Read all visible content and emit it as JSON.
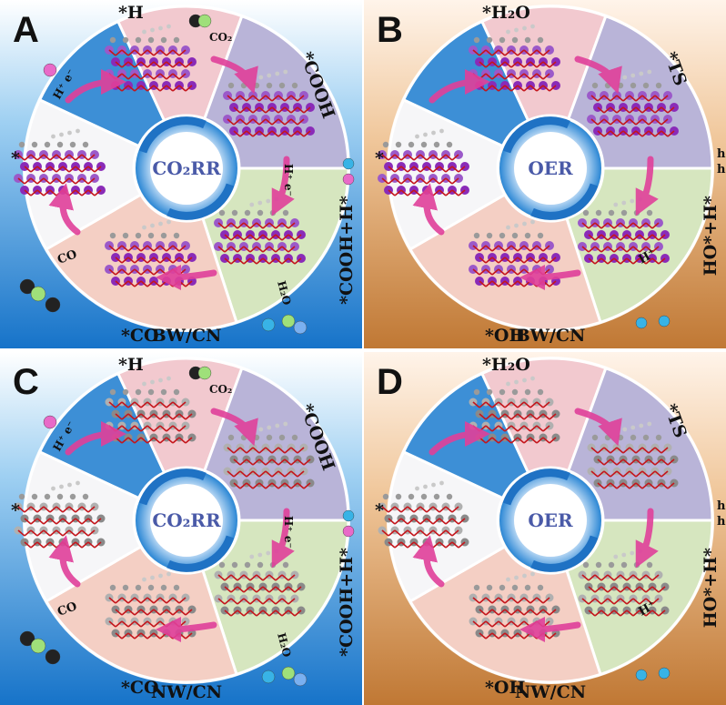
{
  "panels": [
    {
      "letter": "A",
      "center": "CO₂RR",
      "footer": "BW/CN",
      "top": "*H",
      "right_top": "*COOH",
      "right_bottom": "*COOH+H*",
      "bottom": "*CO",
      "left": "*",
      "mol_in": "CO₂",
      "he_top": "H⁺ e⁻",
      "he_right": "H⁺ e⁻",
      "mol_out": "CO",
      "water": "H₂O"
    },
    {
      "letter": "B",
      "center": "OER",
      "footer": "BW/CN",
      "top": "*H₂O",
      "right_top": "*TS",
      "right_bottom": "HO*+H*",
      "bottom": "*OH",
      "left": "*",
      "h1": "h⁺",
      "h2": "h⁺",
      "hplus": "H⁺"
    },
    {
      "letter": "C",
      "center": "CO₂RR",
      "footer": "NW/CN",
      "top": "*H",
      "right_top": "*COOH",
      "right_bottom": "*COOH+H*",
      "bottom": "*CO",
      "left": "*",
      "mol_in": "CO₂",
      "he_top": "H⁺ e⁻",
      "he_right": "H⁺ e⁻",
      "mol_out": "CO",
      "water": "H₂O"
    },
    {
      "letter": "D",
      "center": "OER",
      "footer": "NW/CN",
      "top": "*H₂O",
      "right_top": "*TS",
      "right_bottom": "HO*+H*",
      "bottom": "*OH",
      "left": "*",
      "h1": "h⁺",
      "h2": "h⁺",
      "hplus": "H⁺"
    }
  ],
  "colors": {
    "blue_bg": "#1f7fd0",
    "orange_bg": "#c9843f",
    "sector_pink": "#f2c9cf",
    "sector_purple": "#b9b4d8",
    "sector_green": "#d6e6bf",
    "sector_salmon": "#f4cfc4",
    "sector_blue": "#3d8fd6",
    "arrow_magenta": "#e0409a",
    "atom_purple": "#8a2bb8",
    "atom_red": "#c4161c",
    "atom_grey": "#8a8a8a"
  }
}
